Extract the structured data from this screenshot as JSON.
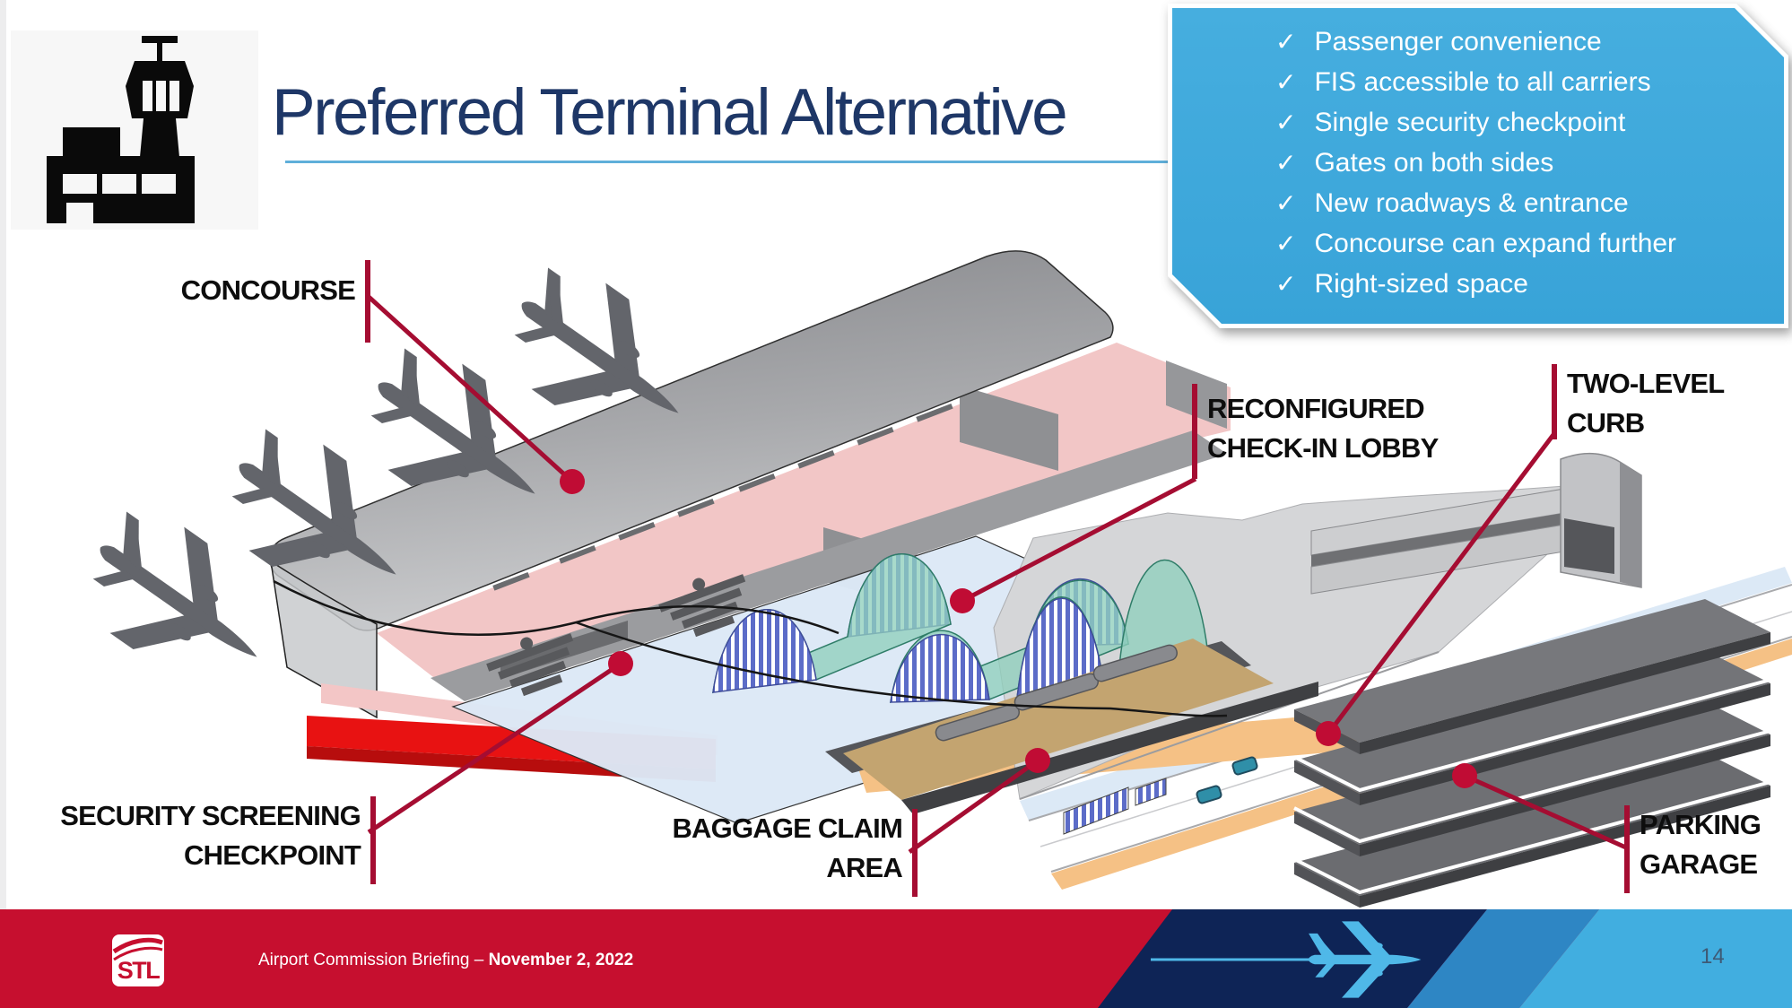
{
  "header": {
    "title": "Preferred Terminal Alternative"
  },
  "callout": {
    "check_glyph": "✓",
    "items": [
      "Passenger convenience",
      "FIS accessible to all carriers",
      "Single security checkpoint",
      "Gates on both sides",
      "New roadways & entrance",
      "Concourse can expand further",
      "Right-sized space"
    ]
  },
  "diagram": {
    "labels": {
      "concourse": {
        "line1": "CONCOURSE"
      },
      "checkin": {
        "line1": "RECONFIGURED",
        "line2": "CHECK-IN LOBBY"
      },
      "curb": {
        "line1": "TWO-LEVEL",
        "line2": "CURB"
      },
      "security": {
        "line1": "SECURITY SCREENING",
        "line2": "CHECKPOINT"
      },
      "baggage": {
        "line1": "BAGGAGE CLAIM",
        "line2": "AREA"
      },
      "parking": {
        "line1": "PARKING",
        "line2": "GARAGE"
      }
    }
  },
  "footer": {
    "logo_text": "STL",
    "briefing_label": "Airport Commission Briefing – ",
    "briefing_date": "November 2, 2022",
    "page_number": "14"
  },
  "colors": {
    "title_navy": "#1E3767",
    "accent_underline": "#5FAFDA",
    "callout_blue": "#3BA8DC",
    "label_black": "#0D0D0D",
    "leader_crimson": "#A50D32",
    "footer_red": "#C60F2F",
    "footer_navy": "#0E2456",
    "footer_mid_blue": "#2E86C4",
    "footer_light_blue": "#41AEE0",
    "plane_glyph_blue": "#4FB8E8"
  }
}
